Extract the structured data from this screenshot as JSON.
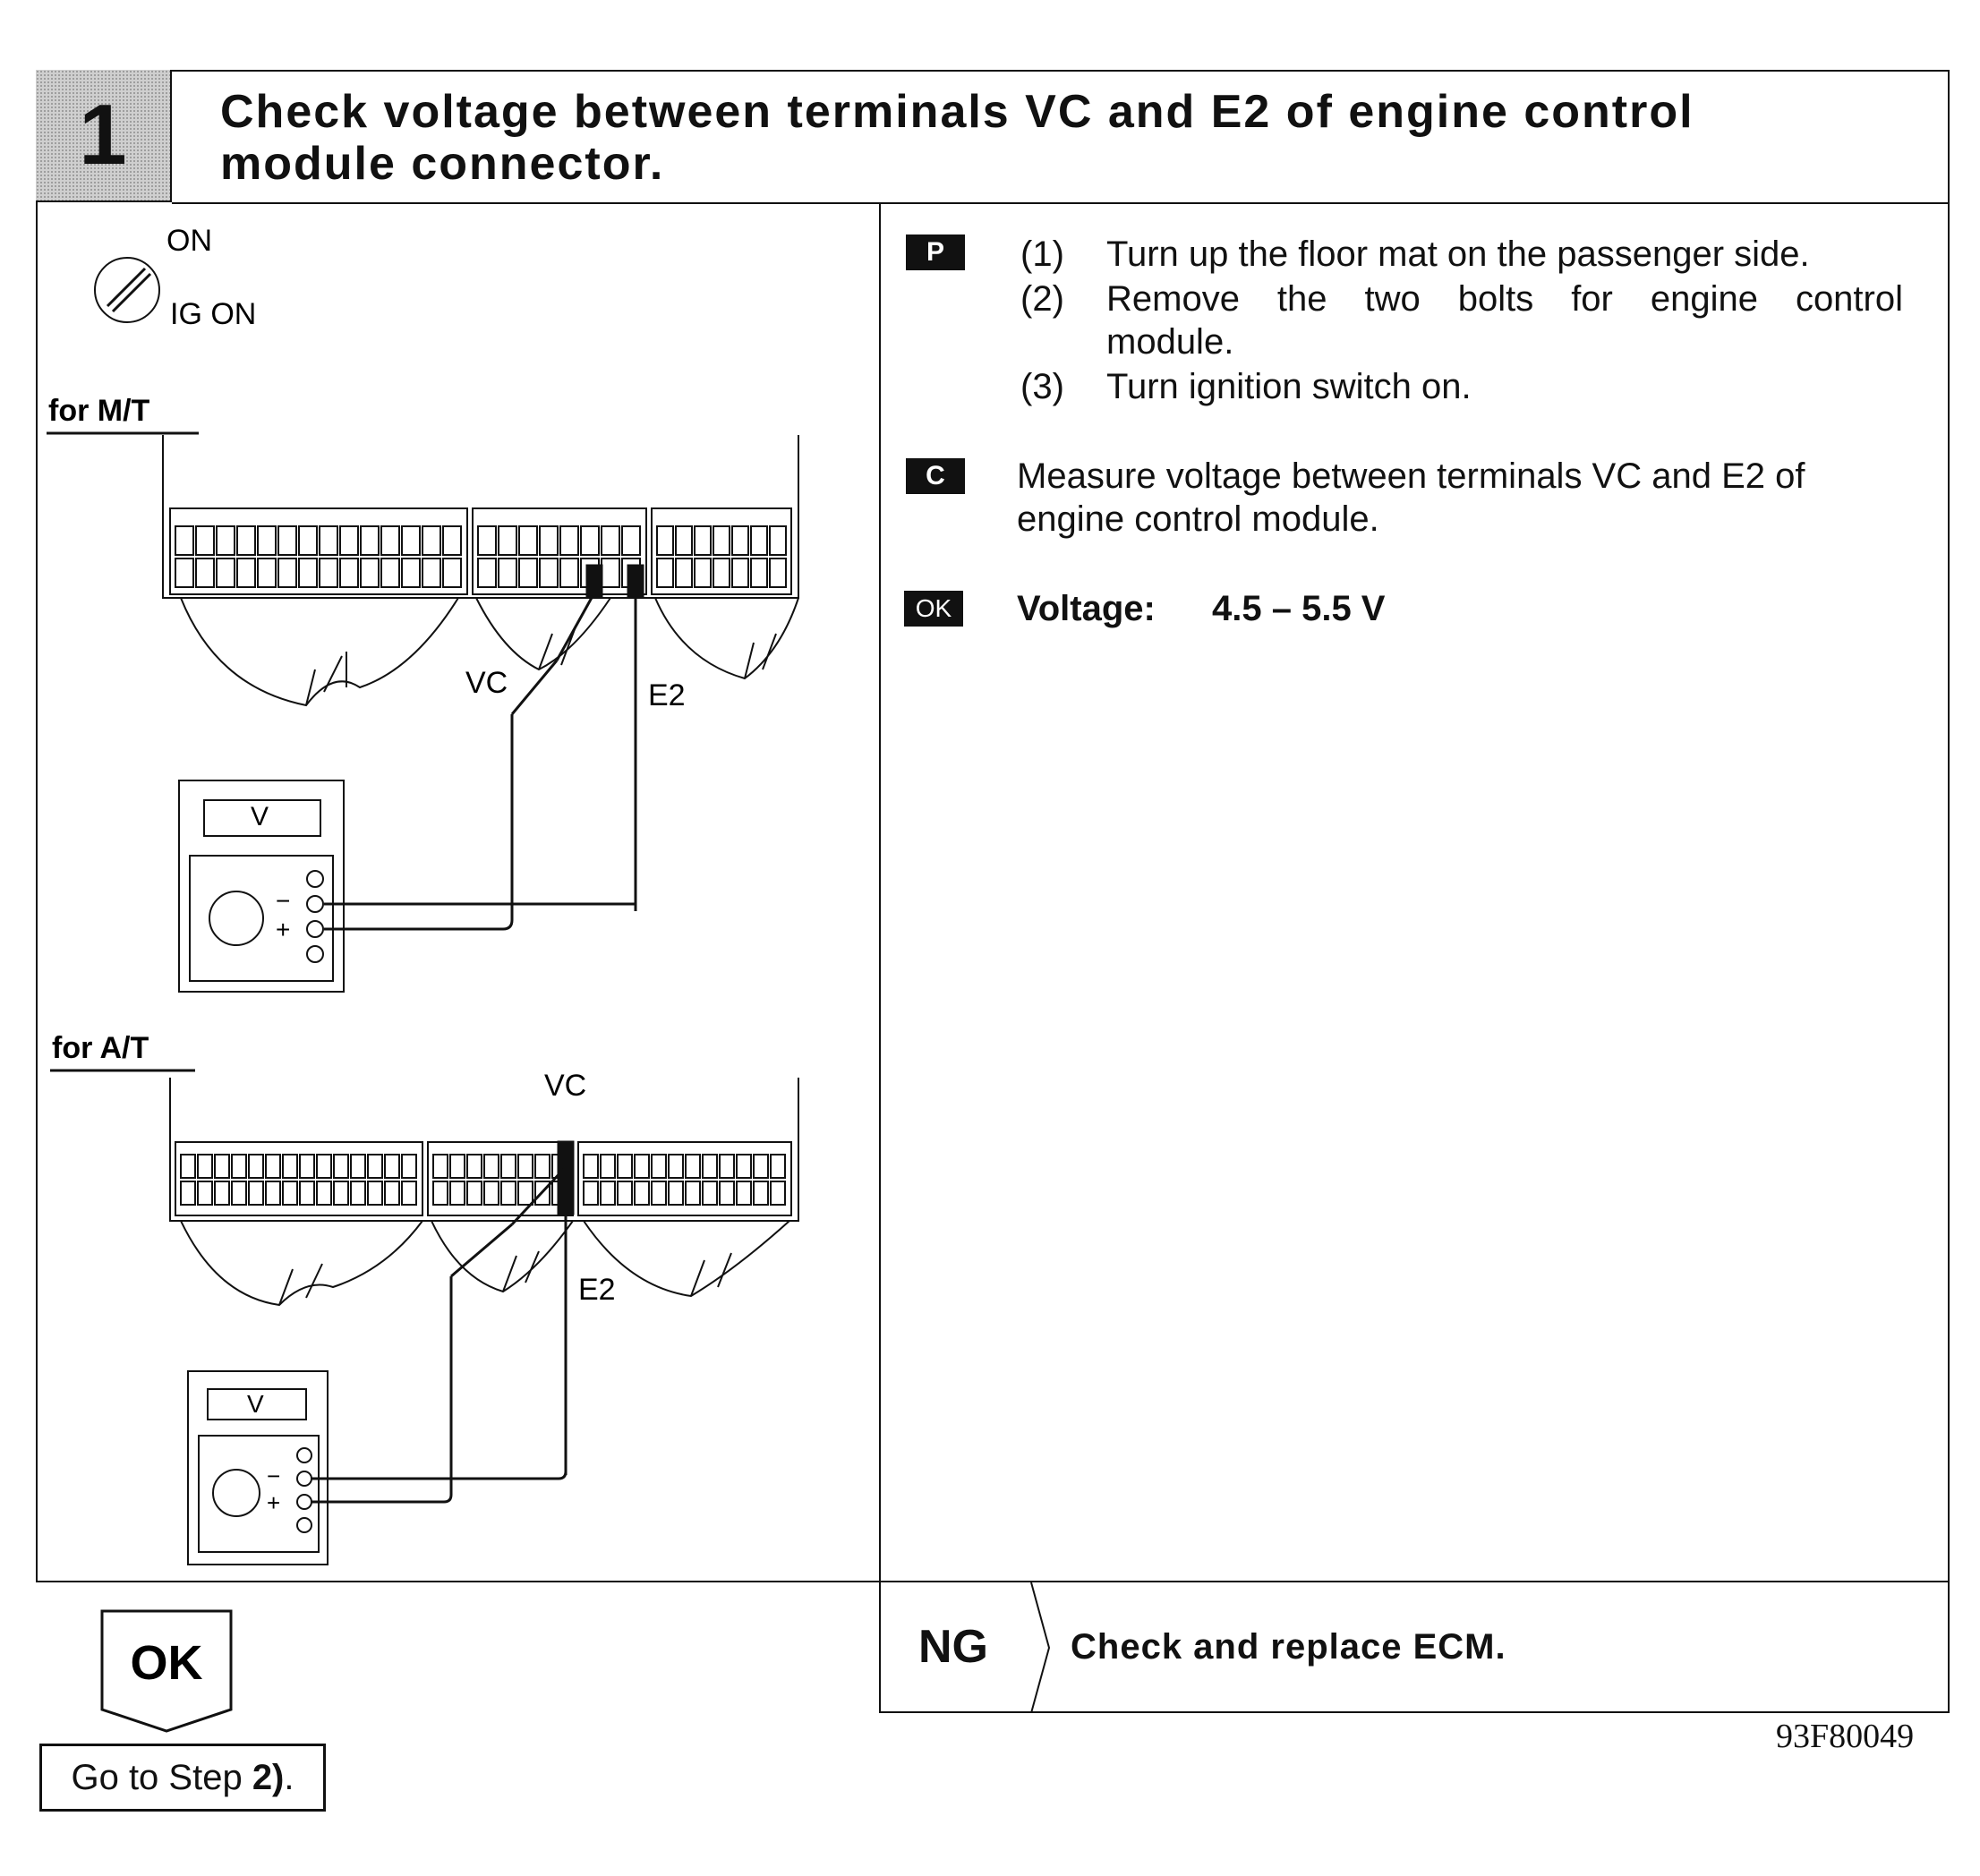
{
  "step": {
    "number": "1",
    "title_line1": "Check voltage between terminals VC and E2 of engine control",
    "title_line2": "module connector."
  },
  "diagram": {
    "ignition_on": "ON",
    "ignition_ig_on": "IG ON",
    "mt_label": "for M/T",
    "at_label": "for A/T",
    "vc_label": "VC",
    "e2_label": "E2",
    "meter_unit": "V",
    "minus": "−",
    "plus": "+"
  },
  "instructions": {
    "prep_badge": "P",
    "items": [
      {
        "num": "(1)",
        "text": "Turn up the floor mat on the passenger side."
      },
      {
        "num": "(2)",
        "text": "Remove the two bolts for engine control"
      },
      {
        "num": "",
        "text": "module."
      },
      {
        "num": "(3)",
        "text": "Turn ignition switch on."
      }
    ],
    "check_badge": "C",
    "check_line1": "Measure voltage between terminals VC and E2 of",
    "check_line2": "engine control module.",
    "ok_badge": "OK",
    "spec_label": "Voltage:",
    "spec_value": "4.5 – 5.5 V"
  },
  "result": {
    "ng_label": "NG",
    "ng_action": "Check and replace ECM.",
    "ok_label": "OK",
    "goto_prefix": "Go to Step ",
    "goto_step": "2)",
    "goto_suffix": "."
  },
  "figure_code": "93F80049"
}
